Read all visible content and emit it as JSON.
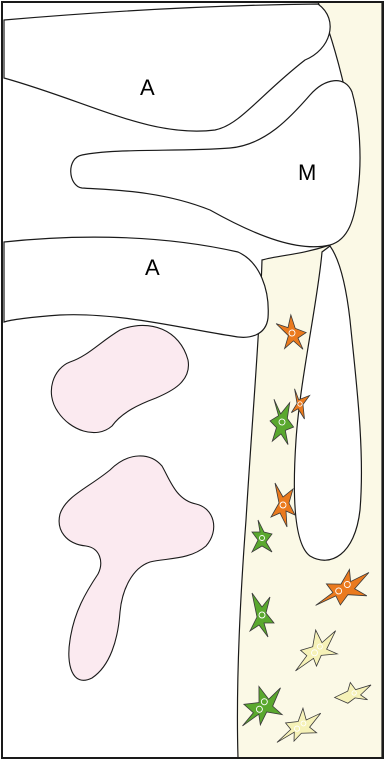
{
  "labels": {
    "a_upper": "A",
    "m": "M",
    "a_lower": "A"
  },
  "colors": {
    "border": "#1a1a1a",
    "background": "#ffffff",
    "stroma": "#fbf9e6",
    "pink_blob": "#fbeaf0",
    "orange_cell": "#ea7a1e",
    "green_cell": "#5aa82e",
    "yellow_cell": "#f6f2b8"
  },
  "cells": [
    {
      "color": "orange"
    },
    {
      "color": "orange"
    },
    {
      "color": "green"
    },
    {
      "color": "orange"
    },
    {
      "color": "green"
    },
    {
      "color": "green"
    },
    {
      "color": "orange"
    },
    {
      "color": "yellow"
    },
    {
      "color": "yellow"
    },
    {
      "color": "green"
    },
    {
      "color": "yellow"
    }
  ]
}
